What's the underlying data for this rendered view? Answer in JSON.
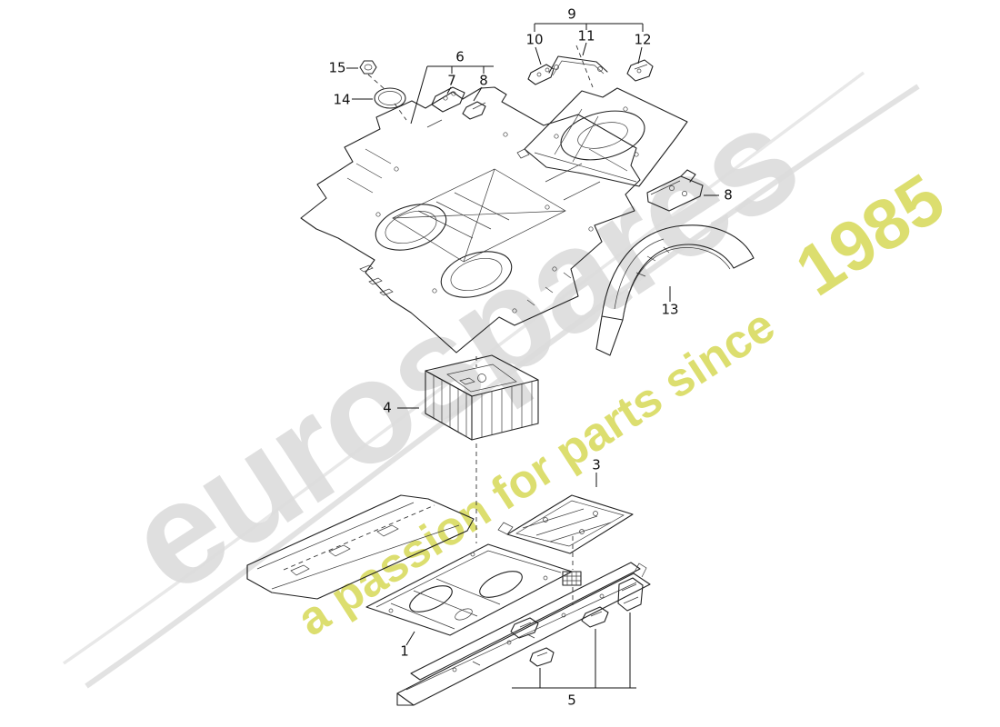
{
  "watermark": {
    "brand": "eurospares",
    "tagline": "a passion for parts since",
    "year": "1985"
  },
  "callouts": {
    "c1": "1",
    "c3": "3",
    "c4": "4",
    "c5": "5",
    "c6": "6",
    "c7": "7",
    "c8a": "8",
    "c8b": "8",
    "c9": "9",
    "c10": "10",
    "c11": "11",
    "c12": "12",
    "c13": "13",
    "c14": "14",
    "c15": "15"
  },
  "colors": {
    "background": "#ffffff",
    "line": "#222222",
    "watermark_gray": "#dcdcdc",
    "tagline_yellow": "#d4d64c"
  }
}
